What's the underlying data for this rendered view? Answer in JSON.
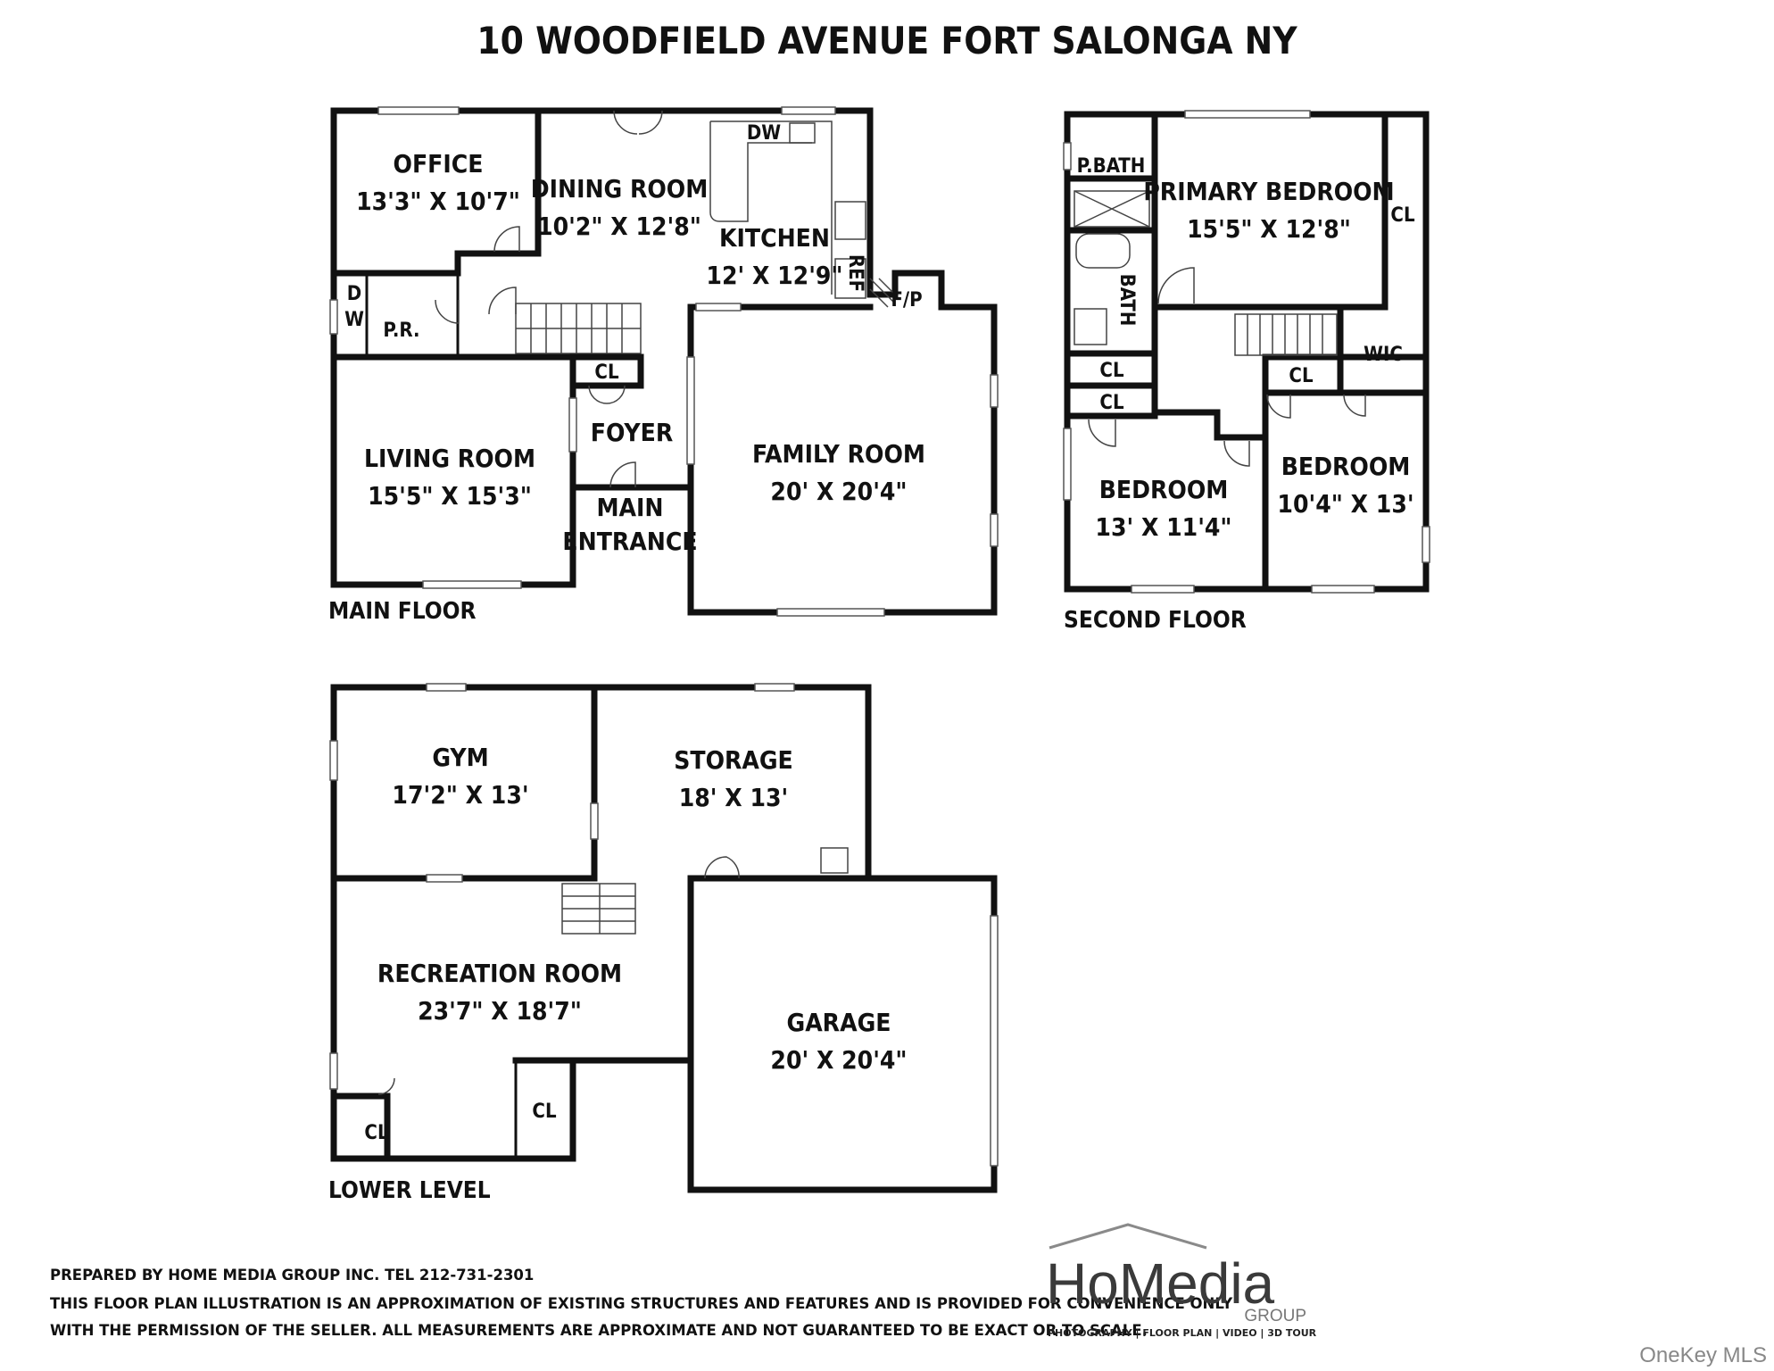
{
  "title": "10 WOODFIELD AVENUE FORT SALONGA NY",
  "floors": {
    "main": "MAIN FLOOR",
    "second": "SECOND FLOOR",
    "lower": "LOWER LEVEL"
  },
  "main_floor": {
    "office": {
      "name": "OFFICE",
      "dims": "13'3\" X 10'7\""
    },
    "dining": {
      "name": "DINING ROOM",
      "dims": "10'2\" X 12'8\""
    },
    "kitchen": {
      "name": "KITCHEN",
      "dims": "12' X 12'9\""
    },
    "dw_kitchen": "DW",
    "ref": "REF",
    "fireplace": "F/P",
    "dw_left_1": "D",
    "dw_left_2": "W",
    "powder_room": "P.R.",
    "closet": "CL",
    "foyer": "FOYER",
    "living": {
      "name": "LIVING ROOM",
      "dims": "15'5\" X 15'3\""
    },
    "family": {
      "name": "FAMILY ROOM",
      "dims": "20' X 20'4\""
    },
    "main_entrance_1": "MAIN",
    "main_entrance_2": "ENTRANCE"
  },
  "second_floor": {
    "pbath": "P.BATH",
    "primary": {
      "name": "PRIMARY BEDROOM",
      "dims": "15'5\" X 12'8\""
    },
    "primary_closet": "CL",
    "bath": "BATH",
    "closet_1": "CL",
    "closet_2": "CL",
    "hall_closet": "CL",
    "wic": "WIC",
    "bedroom_1": {
      "name": "BEDROOM",
      "dims": "13' X 11'4\""
    },
    "bedroom_2": {
      "name": "BEDROOM",
      "dims": "10'4\" X 13'"
    }
  },
  "lower_level": {
    "gym": {
      "name": "GYM",
      "dims": "17'2\" X 13'"
    },
    "storage": {
      "name": "STORAGE",
      "dims": "18' X 13'"
    },
    "recreation": {
      "name": "RECREATION ROOM",
      "dims": "23'7\" X 18'7\""
    },
    "garage": {
      "name": "GARAGE",
      "dims": "20' X 20'4\""
    },
    "closet_left": "CL",
    "closet_right": "CL"
  },
  "footer": {
    "line1": "PREPARED BY  HOME MEDIA GROUP INC.  TEL 212-731-2301",
    "line2": "THIS FLOOR PLAN ILLUSTRATION IS AN APPROXIMATION OF EXISTING STRUCTURES AND FEATURES AND IS PROVIDED FOR CONVENIENCE ONLY",
    "line3": "WITH THE PERMISSION OF THE SELLER. ALL MEASUREMENTS ARE APPROXIMATE AND NOT GUARANTEED TO BE EXACT OR TO SCALE."
  },
  "logo": {
    "name": "HoMedia",
    "group": "GROUP",
    "tagline": "PHOTOGRAPHY | FLOOR PLAN | VIDEO | 3D TOUR"
  },
  "watermark": "OneKey MLS"
}
